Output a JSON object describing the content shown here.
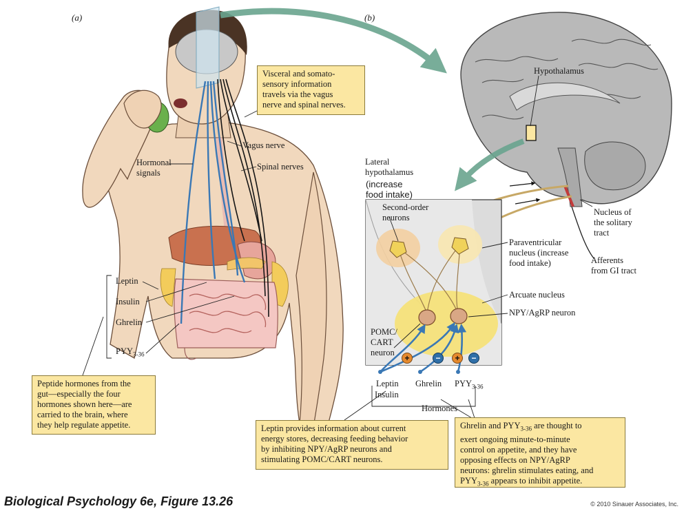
{
  "panel_labels": {
    "a": "(a)",
    "b": "(b)"
  },
  "callouts": {
    "visceral": "Visceral and somato-\nsensory information\ntravels via the vagus\nnerve and spinal nerves.",
    "peptide": "Peptide hormones from the\ngut—especially the four\nhormones shown here—are\ncarried to the brain, where\nthey help regulate appetite.",
    "leptin": "Leptin provides information about current\nenergy stores, decreasing feeding behavior\nby inhibiting NPY/AgRP neurons and\nstimulating POMC/CART neurons.",
    "ghrelin_pre": "Ghrelin and PYY",
    "ghrelin_sub": "3-36",
    "ghrelin_mid": " are thought to\nexert ongoing minute-to-minute\ncontrol on appetite, and they have\nopposing effects on NPY/AgRP\nneurons: ghrelin stimulates eating, and\n",
    "ghrelin_end_pre": "PYY",
    "ghrelin_end_sub": "3-36",
    "ghrelin_end_post": "  appears to inhibit appetite."
  },
  "body_labels": {
    "hormonal": "Hormonal\nsignals",
    "vagus": "Vagus nerve",
    "spinal": "Spinal nerves",
    "leptin": "Leptin",
    "insulin": "Insulin",
    "ghrelin": "Ghrelin",
    "pyy": "PYY",
    "pyy_sub": "3-36"
  },
  "brain_labels": {
    "hypothalamus": "Hypothalamus",
    "lateral": "Lateral\nhypothalamus",
    "lateral_note": "(increase\nfood intake)",
    "second_order": "Second-order\nneurons",
    "paraventricular": "Paraventricular\nnucleus (increase\nfood intake)",
    "arcuate": "Arcuate nucleus",
    "npy": "NPY/AgRP neuron",
    "pomc": "POMC/\nCART\nneuron",
    "solitary": "Nucleus of\nthe solitary\ntract",
    "afferents": "Afferents\nfrom GI tract"
  },
  "hormone_row": {
    "leptin": "Leptin",
    "insulin": "Insulin",
    "ghrelin": "Ghrelin",
    "pyy": "PYY",
    "pyy_sub": "3-36",
    "hormones": "Hormones"
  },
  "signs": {
    "plus": "+",
    "minus": "−"
  },
  "footer": {
    "title": "Biological Psychology 6e, Figure 13.26",
    "copyright": "© 2010 Sinauer Associates, Inc."
  },
  "colors": {
    "callout_fill": "#fbe7a2",
    "nerve_blue": "#3a78b5",
    "arrow_teal": "#6aa58f",
    "plus_orange": "#e68a2e",
    "minus_blue": "#2f6fa8",
    "arcuate_yellow": "#f6e27a",
    "skin": "#f1d8bd"
  }
}
